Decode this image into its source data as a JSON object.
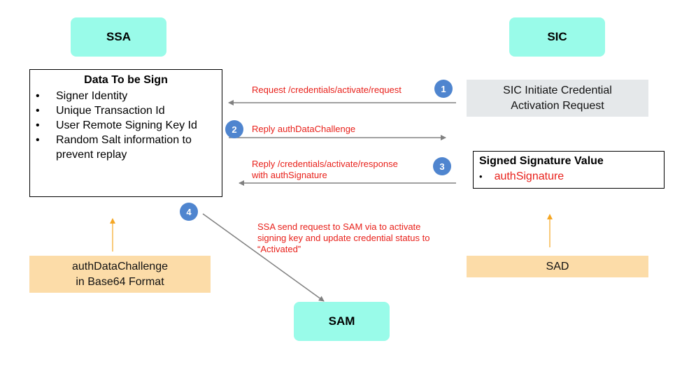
{
  "actors": {
    "ssa": "SSA",
    "sic": "SIC",
    "sam": "SAM"
  },
  "data_box": {
    "title": "Data To be Sign",
    "bullet": "•",
    "items": [
      "Signer Identity",
      "Unique Transaction Id",
      "User Remote Signing Key Id",
      "Random Salt information to prevent replay"
    ]
  },
  "sic_box": {
    "line1": "SIC Initiate Credential",
    "line2": "Activation Request"
  },
  "signed_box": {
    "title": "Signed Signature Value",
    "bullet": "•",
    "item": "authSignature"
  },
  "auth_box": {
    "line1": "authDataChallenge",
    "line2": "in Base64 Format"
  },
  "sad_box": {
    "label": "SAD"
  },
  "messages": {
    "m1": "Request /credentials/activate/request",
    "m2": "Reply authDataChallenge",
    "m3_line1": "Reply  /credentials/activate/response",
    "m3_line2": "with authSignature",
    "m4_line1": "SSA send request to SAM via to activate",
    "m4_line2": "signing key and update credential status to",
    "m4_line3": "“Activated”"
  },
  "badges": {
    "b1": "1",
    "b2": "2",
    "b3": "3",
    "b4": "4"
  },
  "colors": {
    "actor_fill": "#99fbe9",
    "message_text": "#e8201a",
    "badge_fill": "#4f85cf",
    "peach_fill": "#fcdca8",
    "gray_fill": "#e5e8ea",
    "up_arrow": "#f5a623",
    "flow_arrow": "#808080"
  }
}
